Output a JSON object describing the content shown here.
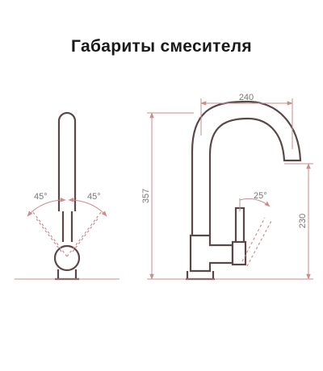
{
  "title": "Габариты смесителя",
  "colors": {
    "outline": "#5a4848",
    "dimension": "#c98e8e",
    "label": "#777777"
  },
  "side_view": {
    "left_angle_label": "45°",
    "right_angle_label": "45°"
  },
  "front_view": {
    "width_label": "240",
    "height_label": "357",
    "spout_height_label": "230",
    "handle_angle_label": "25°"
  }
}
